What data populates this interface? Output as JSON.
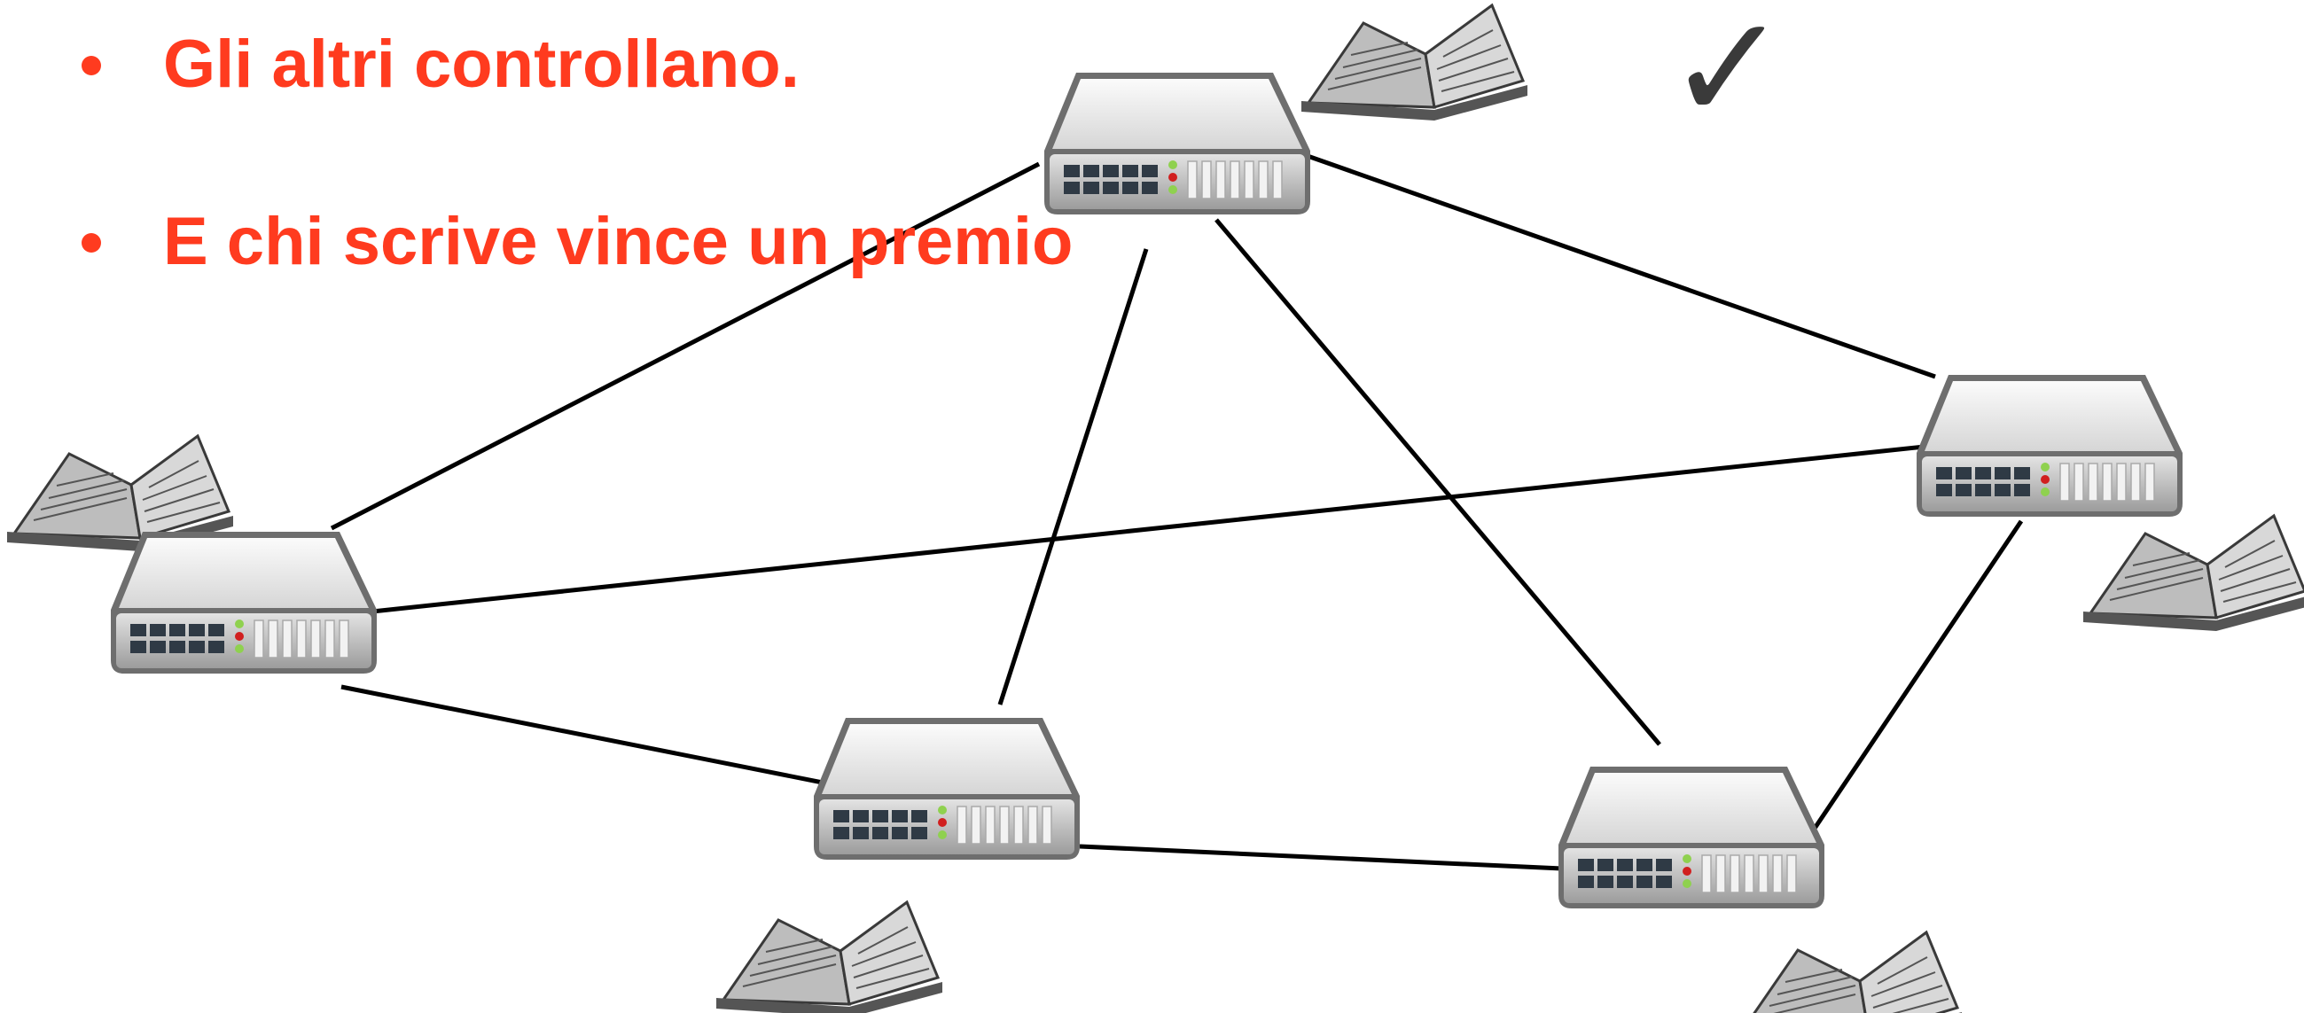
{
  "bullets": [
    "Gli altri controllano.",
    "E chi scrive vince un premio"
  ],
  "status": {
    "checkmark": "✓"
  },
  "colors": {
    "accent": "#ff3b1f",
    "check": "#3a3a3a",
    "link": "#000000"
  },
  "diagram": {
    "nodes": [
      {
        "id": "top",
        "icon": "network-switch-icon",
        "ledger": "open-ledger-icon"
      },
      {
        "id": "left",
        "icon": "network-switch-icon",
        "ledger": "open-ledger-icon"
      },
      {
        "id": "center",
        "icon": "network-switch-icon",
        "ledger": "open-ledger-icon"
      },
      {
        "id": "bottom-right",
        "icon": "network-switch-icon",
        "ledger": "open-ledger-icon"
      },
      {
        "id": "right",
        "icon": "network-switch-icon",
        "ledger": "open-ledger-icon"
      }
    ],
    "edges": [
      [
        "top",
        "left"
      ],
      [
        "top",
        "center"
      ],
      [
        "top",
        "bottom-right"
      ],
      [
        "top",
        "right"
      ],
      [
        "left",
        "right"
      ],
      [
        "left",
        "center"
      ],
      [
        "center",
        "bottom-right"
      ],
      [
        "bottom-right",
        "right"
      ]
    ]
  }
}
